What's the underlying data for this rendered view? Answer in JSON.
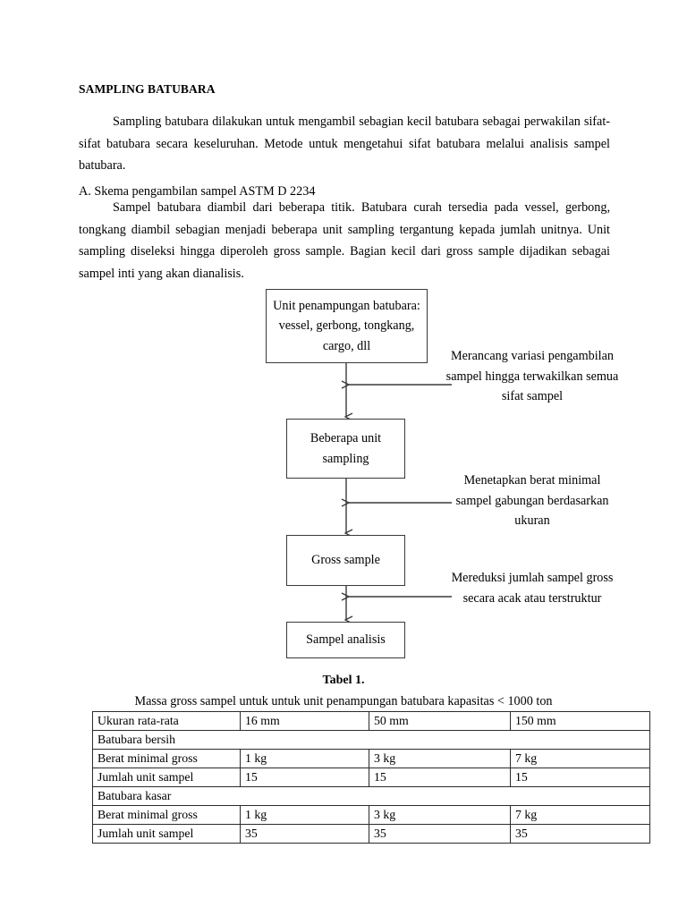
{
  "document": {
    "title": "SAMPLING BATUBARA",
    "paragraphs": {
      "intro": "Sampling batubara dilakukan untuk mengambil sebagian kecil batubara sebagai perwakilan sifat-sifat  batubara secara keseluruhan. Metode untuk mengetahui sifat batubara melalui analisis sampel batubara.",
      "section_a_heading": "A. Skema pengambilan sampel ASTM D 2234",
      "section_a_body": "Sampel batubara diambil dari beberapa titik. Batubara curah tersedia pada vessel, gerbong, tongkang diambil sebagian menjadi beberapa unit sampling tergantung kepada jumlah unitnya. Unit sampling diseleksi hingga diperoleh gross sample. Bagian kecil dari gross sample dijadikan sebagai sampel inti yang akan dianalisis."
    }
  },
  "flowchart": {
    "boxes": [
      {
        "id": "unit-penampungan",
        "text": "Unit penampungan batubara: vessel, gerbong, tongkang, cargo, dll"
      },
      {
        "id": "beberapa-unit-sampling",
        "text": "Beberapa unit sampling"
      },
      {
        "id": "gross-sample",
        "text": "Gross sample"
      },
      {
        "id": "sampel-analisis",
        "text": "Sampel analisis"
      }
    ],
    "notes": [
      {
        "id": "note-variasi",
        "text": "Merancang variasi pengambilan sampel hingga terwakilkan semua sifat sampel"
      },
      {
        "id": "note-berat-minimal",
        "text": "Menetapkan berat minimal sampel gabungan berdasarkan ukuran"
      },
      {
        "id": "note-reduksi",
        "text": "Mereduksi jumlah sampel gross secara acak atau terstruktur"
      }
    ]
  },
  "table": {
    "number": "Tabel 1.",
    "caption": "Massa gross sampel untuk untuk unit penampungan batubara kapasitas < 1000 ton",
    "rows": [
      {
        "type": "data",
        "cells": [
          "Ukuran rata-rata",
          "16 mm",
          "50 mm",
          "150 mm"
        ]
      },
      {
        "type": "section",
        "cells": [
          "Batubara bersih",
          "",
          "",
          ""
        ]
      },
      {
        "type": "data",
        "cells": [
          "Berat minimal gross",
          "1 kg",
          "3 kg",
          "7 kg"
        ]
      },
      {
        "type": "data",
        "cells": [
          "Jumlah unit sampel",
          "15",
          "15",
          "15"
        ]
      },
      {
        "type": "section",
        "cells": [
          "Batubara kasar",
          "",
          "",
          ""
        ]
      },
      {
        "type": "data",
        "cells": [
          "Berat minimal gross",
          "1 kg",
          "3 kg",
          "7 kg"
        ]
      },
      {
        "type": "data",
        "cells": [
          "Jumlah unit sampel",
          "35",
          "35",
          "35"
        ]
      }
    ]
  },
  "colors": {
    "text": "#000000",
    "page_background": "#ffffff",
    "line": "#3a3a3a",
    "table_border": "#2b2b2b"
  }
}
